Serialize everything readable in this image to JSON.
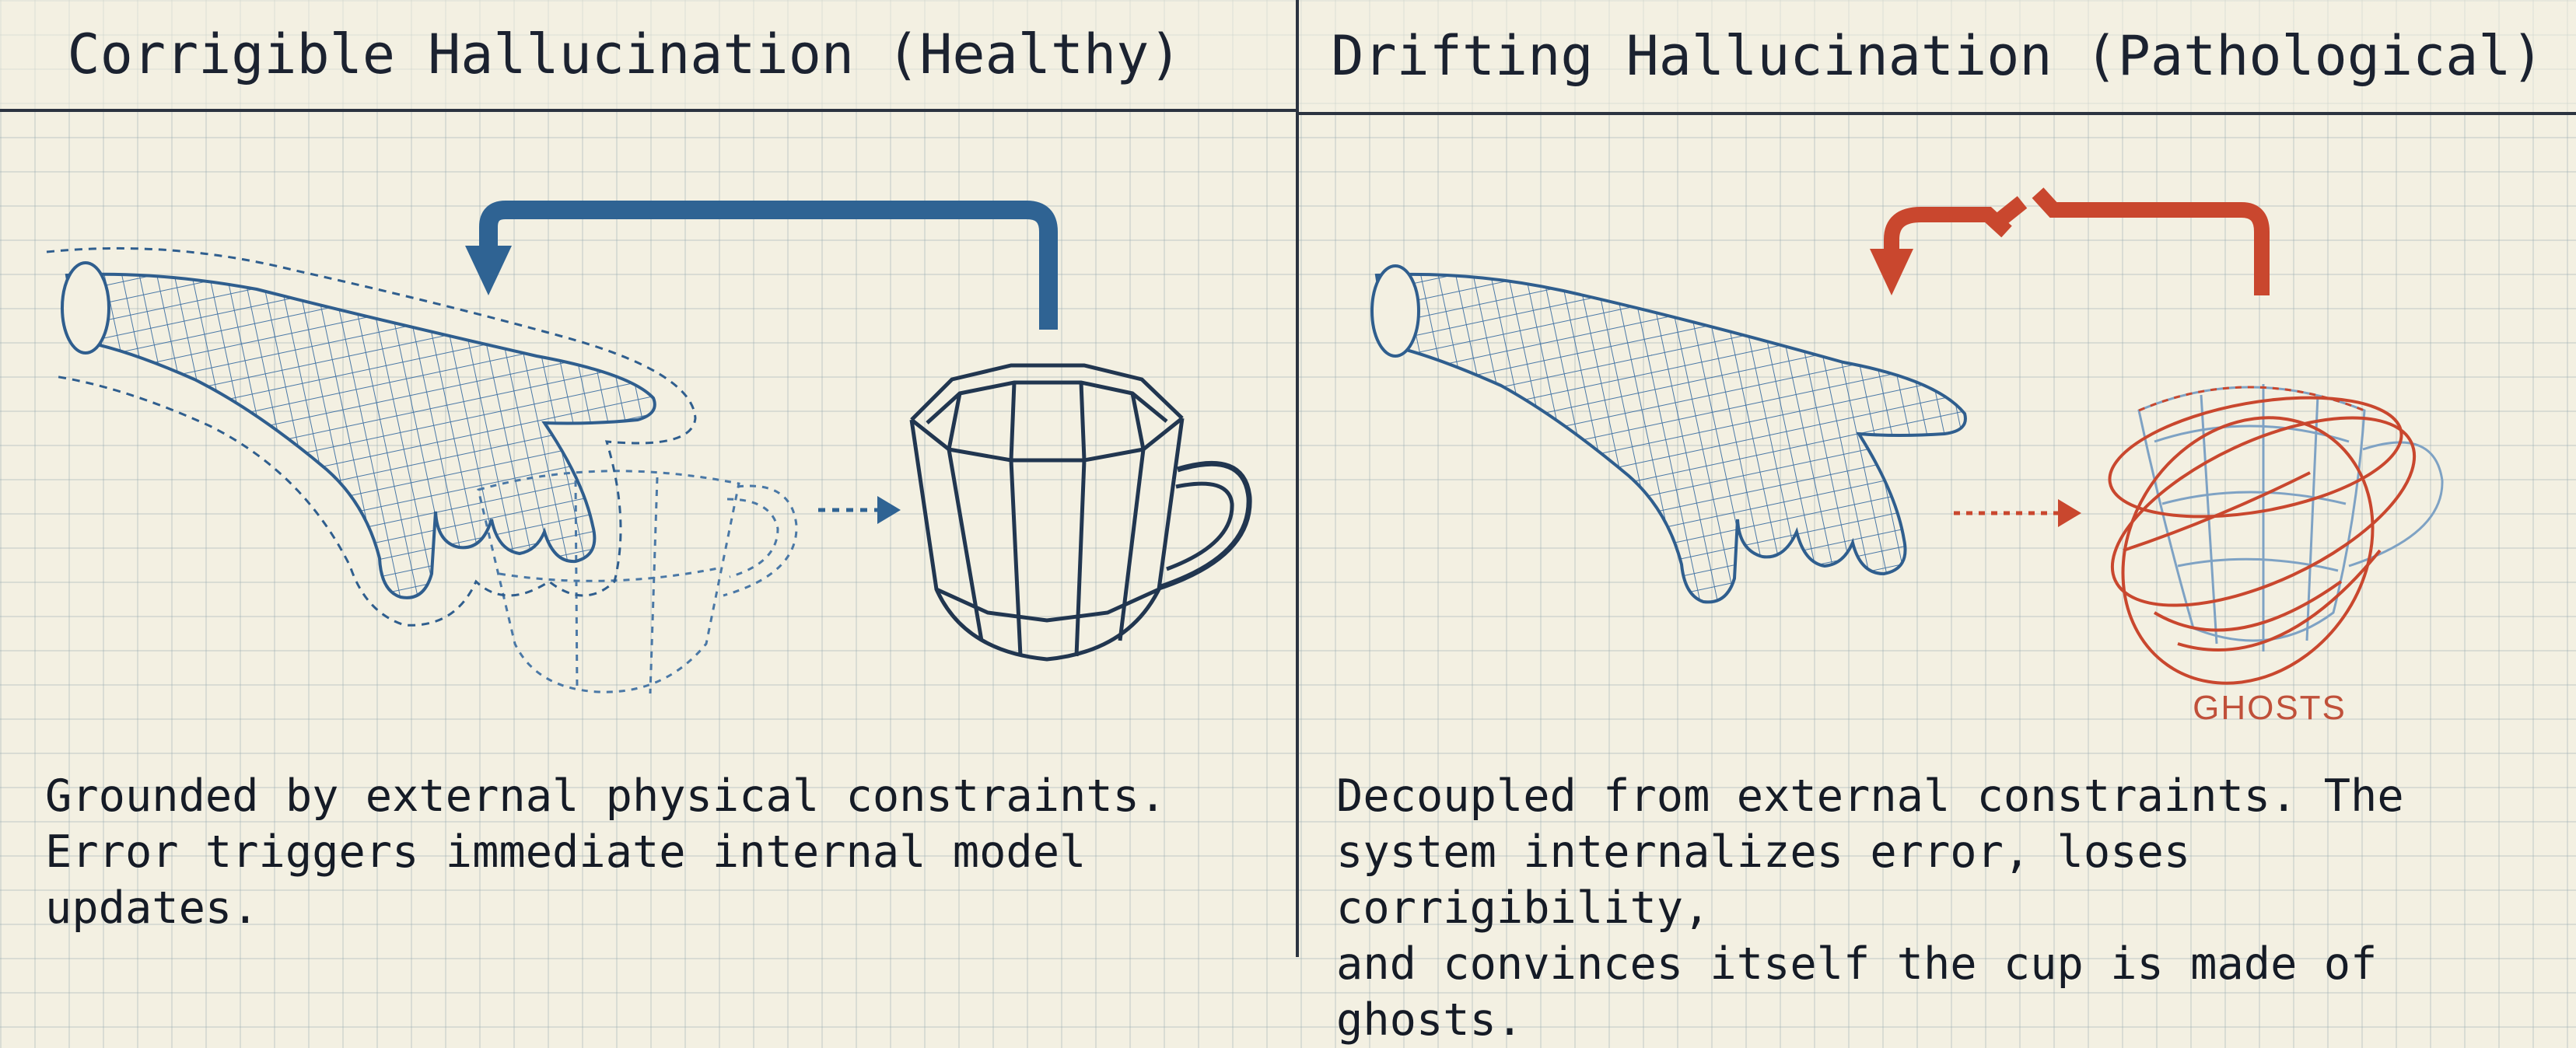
{
  "colors": {
    "background": "#f3f0e2",
    "ink": "#1d2430",
    "healthy_accent": "#2f6393",
    "pathological_accent": "#c9472e",
    "wire_blue": "#4a78a6"
  },
  "left_panel": {
    "title": "Corrigible Hallucination (Healthy)",
    "caption": "Grounded by external physical constraints.\nError triggers immediate internal model\nupdates.",
    "icons": [
      "wireframe-hand-icon",
      "ghost-cup-outline-icon",
      "solid-cup-icon",
      "feedback-arrow-icon",
      "dotted-arrow-icon"
    ]
  },
  "right_panel": {
    "title": "Drifting Hallucination (Pathological)",
    "caption": "Decoupled from external constraints. The\nsystem internalizes error, loses corrigibility,\nand convinces itself the cup is made of ghosts.",
    "ghost_label": "GHOSTS",
    "icons": [
      "wireframe-hand-icon",
      "distorted-cup-icon",
      "broken-feedback-arrow-icon",
      "dotted-arrow-icon"
    ]
  }
}
